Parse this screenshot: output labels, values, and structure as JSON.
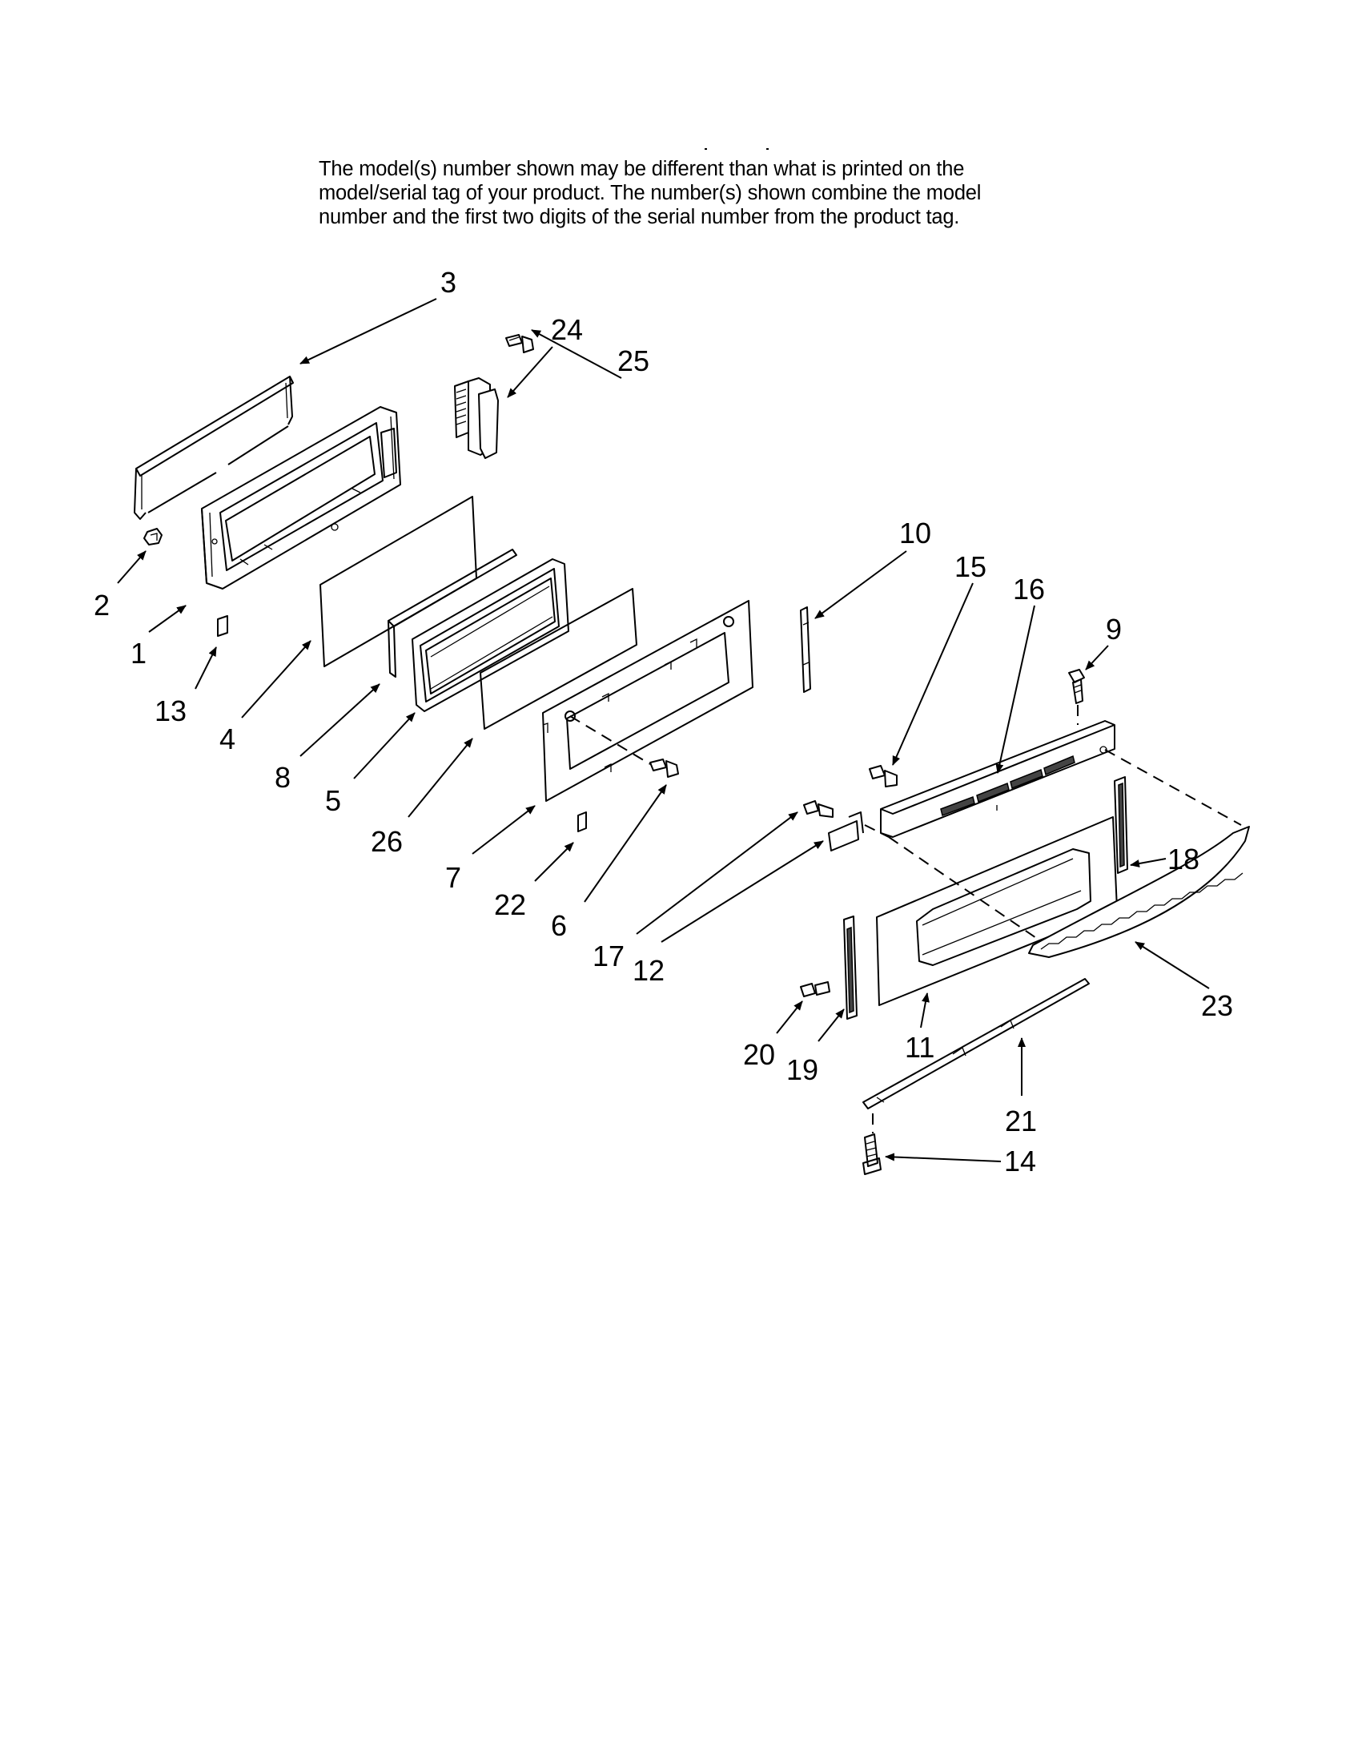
{
  "notice": {
    "lines": [
      "The model(s) number shown may be different than what is printed on the",
      "model/serial tag of your product. The number(s) shown combine the model",
      "number and the first two digits of the serial number from the product tag."
    ]
  },
  "callouts": [
    {
      "id": "c1",
      "text": "1"
    },
    {
      "id": "c2",
      "text": "2"
    },
    {
      "id": "c3",
      "text": "3"
    },
    {
      "id": "c4",
      "text": "4"
    },
    {
      "id": "c5",
      "text": "5"
    },
    {
      "id": "c6",
      "text": "6"
    },
    {
      "id": "c7",
      "text": "7"
    },
    {
      "id": "c8",
      "text": "8"
    },
    {
      "id": "c9",
      "text": "9"
    },
    {
      "id": "c10",
      "text": "10"
    },
    {
      "id": "c11",
      "text": "11"
    },
    {
      "id": "c12",
      "text": "12"
    },
    {
      "id": "c13",
      "text": "13"
    },
    {
      "id": "c14",
      "text": "14"
    },
    {
      "id": "c15",
      "text": "15"
    },
    {
      "id": "c16",
      "text": "16"
    },
    {
      "id": "c17",
      "text": "17"
    },
    {
      "id": "c18",
      "text": "18"
    },
    {
      "id": "c19",
      "text": "19"
    },
    {
      "id": "c20",
      "text": "20"
    },
    {
      "id": "c21",
      "text": "21"
    },
    {
      "id": "c22",
      "text": "22"
    },
    {
      "id": "c23",
      "text": "23"
    },
    {
      "id": "c24",
      "text": "24"
    },
    {
      "id": "c25",
      "text": "25"
    },
    {
      "id": "c26",
      "text": "26"
    }
  ]
}
